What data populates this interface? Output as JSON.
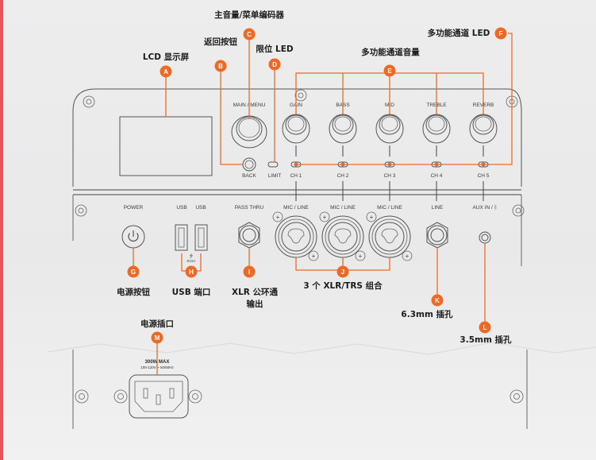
{
  "accent_color": "#ee6a24",
  "stripe_color": "#f0525a",
  "callouts": [
    {
      "letter": "A",
      "caption": "LCD 显示屏"
    },
    {
      "letter": "B",
      "caption": "返回按钮"
    },
    {
      "letter": "C",
      "caption": "主音量/菜单编码器"
    },
    {
      "letter": "D",
      "caption": "限位 LED"
    },
    {
      "letter": "E",
      "caption": "多功能通道音量"
    },
    {
      "letter": "F",
      "caption": "多功能通道 LED"
    },
    {
      "letter": "G",
      "caption": "电源按钮"
    },
    {
      "letter": "H",
      "caption": "USB 端口"
    },
    {
      "letter": "I",
      "caption_line1": "XLR 公环通",
      "caption_line2": "输出"
    },
    {
      "letter": "J",
      "caption": "3 个 XLR/TRS 组合"
    },
    {
      "letter": "K",
      "caption": "6.3mm 插孔"
    },
    {
      "letter": "L",
      "caption": "3.5mm 插孔"
    },
    {
      "letter": "M",
      "caption": "电源插口"
    }
  ],
  "panel_labels": {
    "main_menu": "MAIN / MENU",
    "back": "BACK",
    "limit": "LIMIT",
    "knobs": [
      "GAIN",
      "BASS",
      "MID",
      "TREBLE",
      "REVERB"
    ],
    "channels": [
      "CH 1",
      "CH 2",
      "CH 3",
      "CH 4",
      "CH 5"
    ],
    "power": "POWER",
    "usb": [
      "USB",
      "USB"
    ],
    "usb_rating": "5V2A",
    "pass_thru": "PASS THRU",
    "inputs": [
      "MIC / LINE",
      "MIC / LINE",
      "MIC / LINE",
      "LINE",
      "AUX IN / ᛒ"
    ],
    "power_max": "300W MAX",
    "power_spec": "100-120V ~ 50/60Hz"
  }
}
